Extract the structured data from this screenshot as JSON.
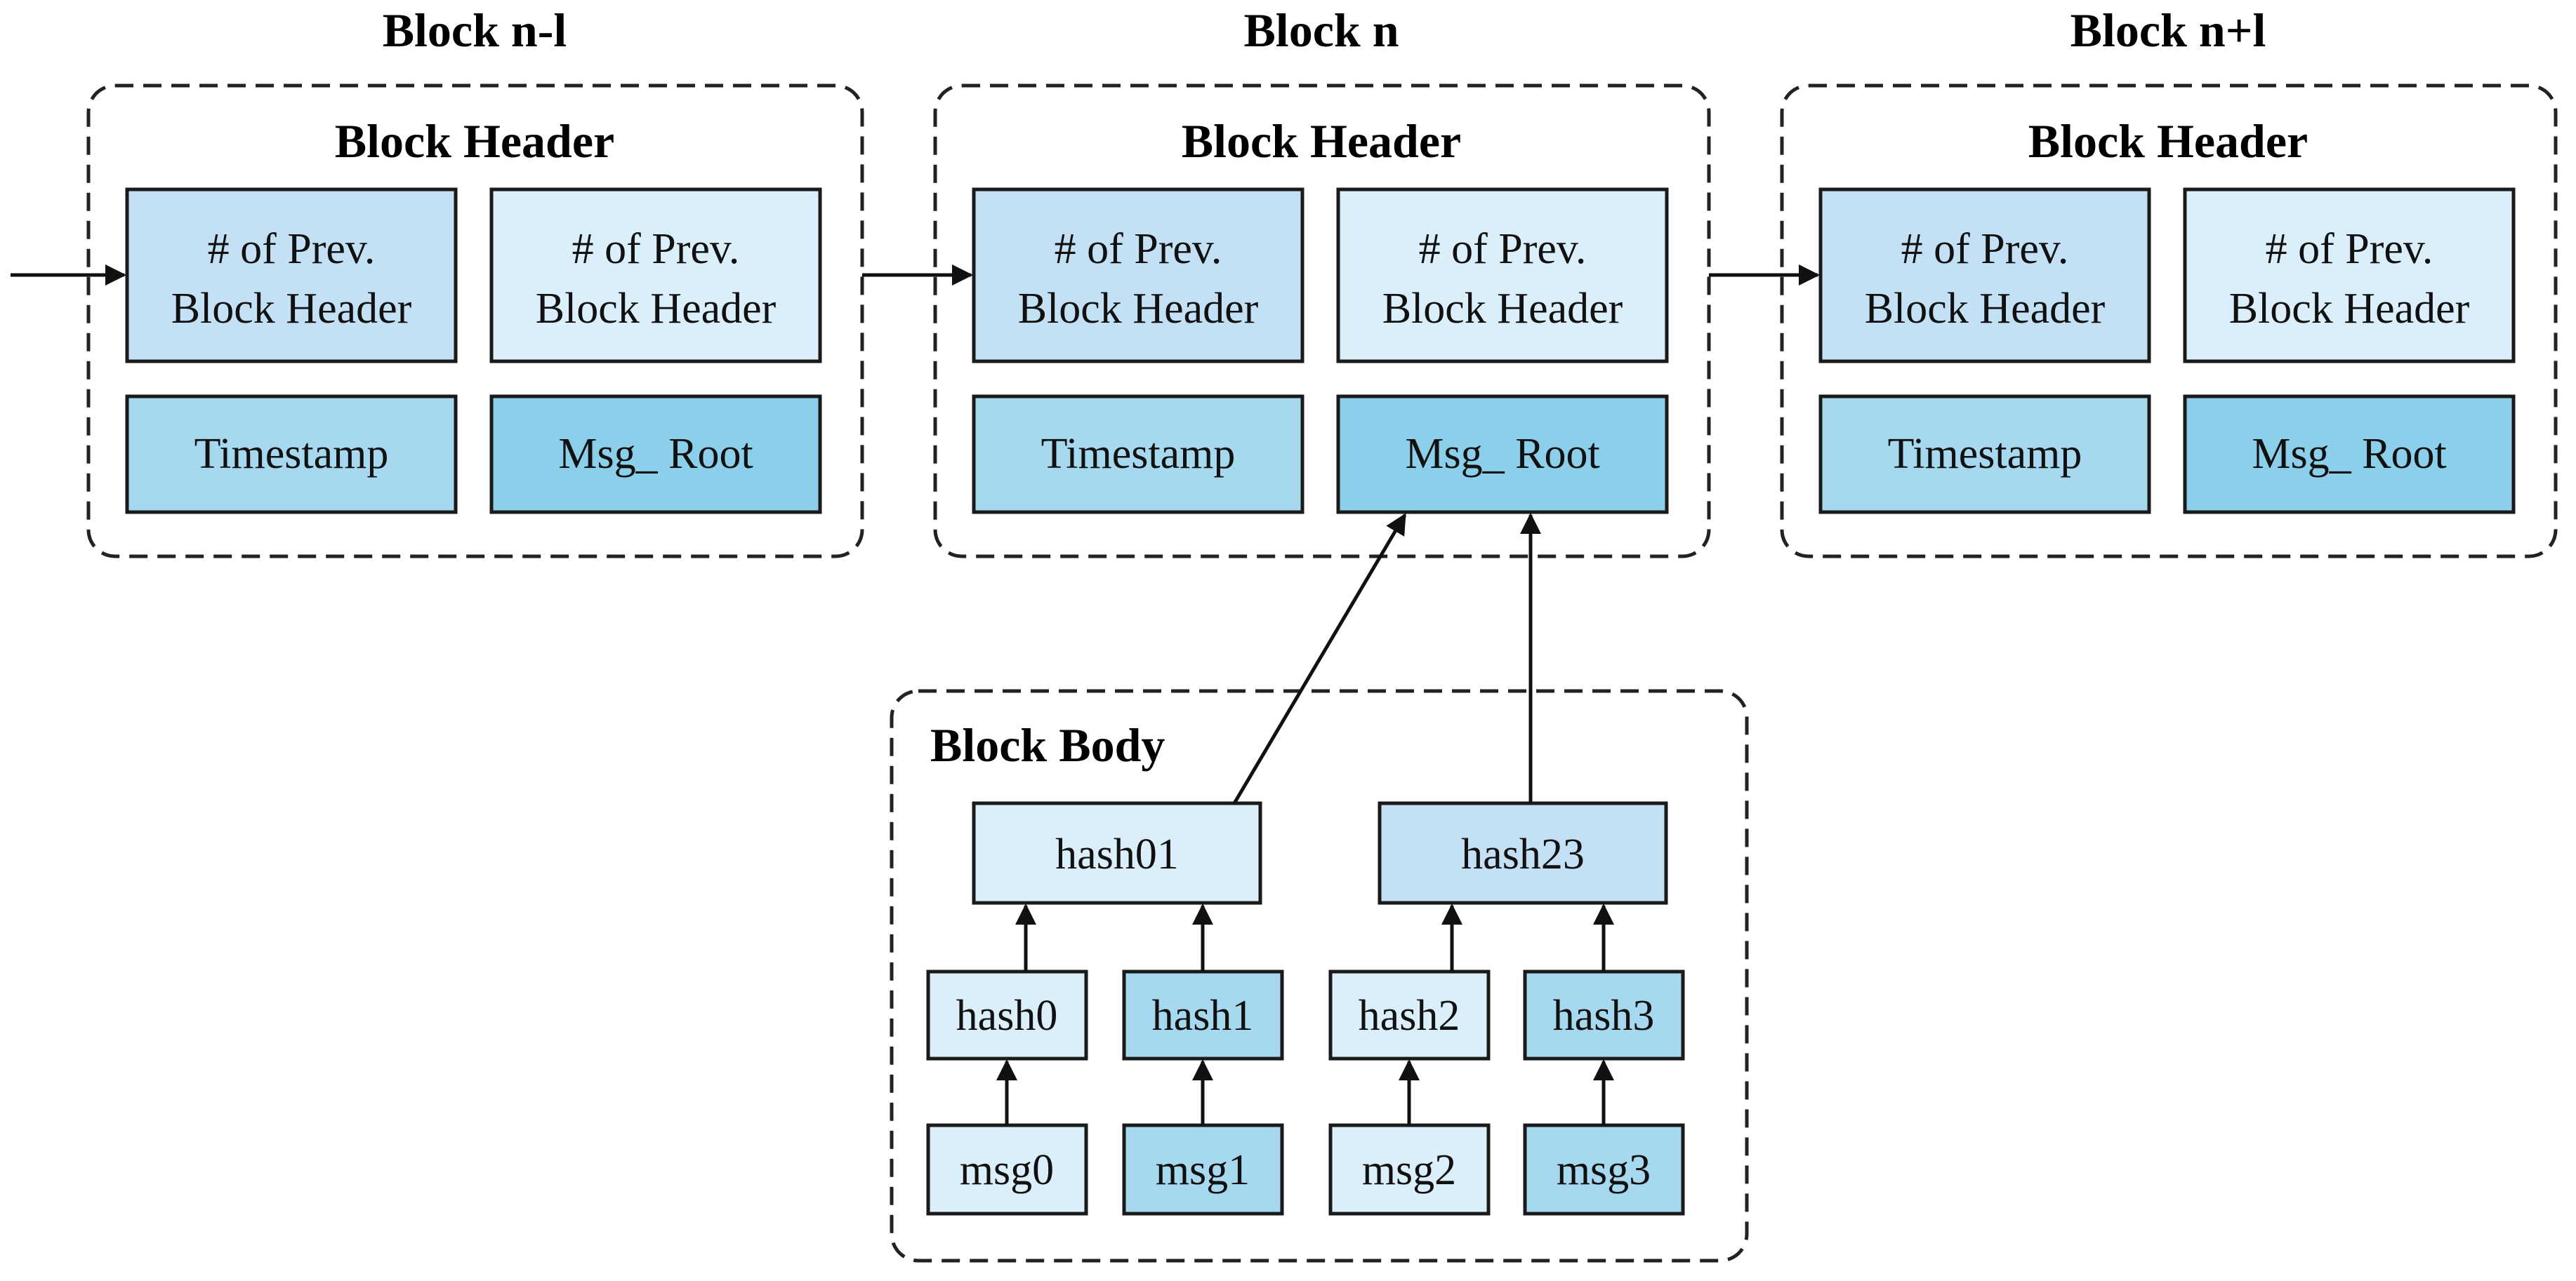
{
  "colors": {
    "lightest": "#dbeffa",
    "light": "#c3e0f5",
    "medium": "#a6d8ef",
    "strong": "#8ccfea"
  },
  "blocks": [
    {
      "title": "Block n-l",
      "header_title": "Block Header",
      "prev_hash_a": [
        "# of Prev.",
        "Block Header"
      ],
      "prev_hash_b": [
        "# of Prev.",
        "Block Header"
      ],
      "timestamp": "Timestamp",
      "msg_root": "Msg_ Root"
    },
    {
      "title": "Block n",
      "header_title": "Block Header",
      "prev_hash_a": [
        "# of Prev.",
        "Block Header"
      ],
      "prev_hash_b": [
        "# of Prev.",
        "Block Header"
      ],
      "timestamp": "Timestamp",
      "msg_root": "Msg_ Root"
    },
    {
      "title": "Block n+l",
      "header_title": "Block Header",
      "prev_hash_a": [
        "# of Prev.",
        "Block Header"
      ],
      "prev_hash_b": [
        "# of Prev.",
        "Block Header"
      ],
      "timestamp": "Timestamp",
      "msg_root": "Msg_ Root"
    }
  ],
  "body": {
    "title": "Block Body",
    "hash01": "hash01",
    "hash23": "hash23",
    "hashes": [
      "hash0",
      "hash1",
      "hash2",
      "hash3"
    ],
    "msgs": [
      "msg0",
      "msg1",
      "msg2",
      "msg3"
    ]
  }
}
